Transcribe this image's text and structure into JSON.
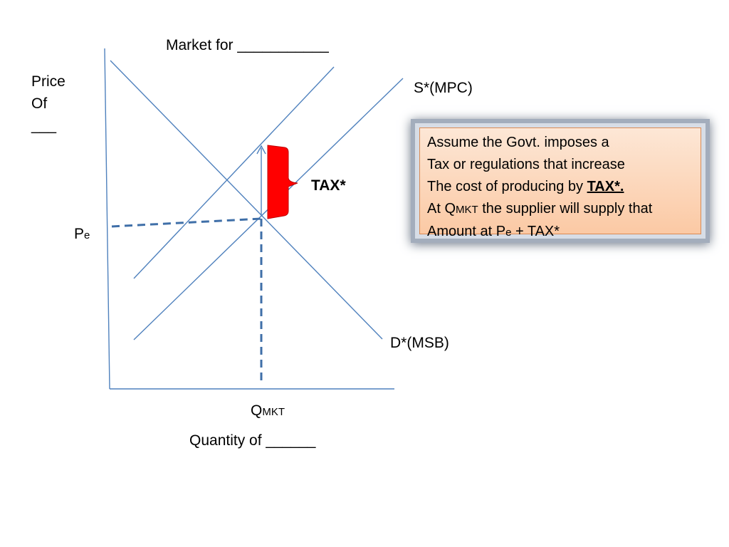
{
  "title": "Market for ___________",
  "y_axis_label": [
    "Price",
    "Of",
    "___"
  ],
  "x_axis_label": "Quantity of ______",
  "supply_label": "S*(MPC)",
  "demand_label": "D*(MSB)",
  "tax_label": "TAX*",
  "pe_label": {
    "main": "P",
    "sub": "e"
  },
  "qmkt_label": {
    "main": "Q",
    "sub": "MKT"
  },
  "info_box": {
    "line1": "Assume the Govt. imposes a",
    "line2": "Tax or regulations that increase",
    "line3_prefix": "The cost of producing by ",
    "line3_emph": "TAX*.",
    "line4_q": "Q",
    "line4_q_sub": "MKT",
    "line4_prefix": "At ",
    "line4_suffix": " the supplier will supply that",
    "line5_prefix": "Amount at P",
    "line5_sub": "e",
    "line5_suffix": " + TAX*"
  },
  "colors": {
    "line": "#4f81bd",
    "dash": "#3f6fa8",
    "tax_brace": "#ff0000",
    "box_fill_top": "#fde7d6",
    "box_fill_bottom": "#fbc9a4"
  }
}
